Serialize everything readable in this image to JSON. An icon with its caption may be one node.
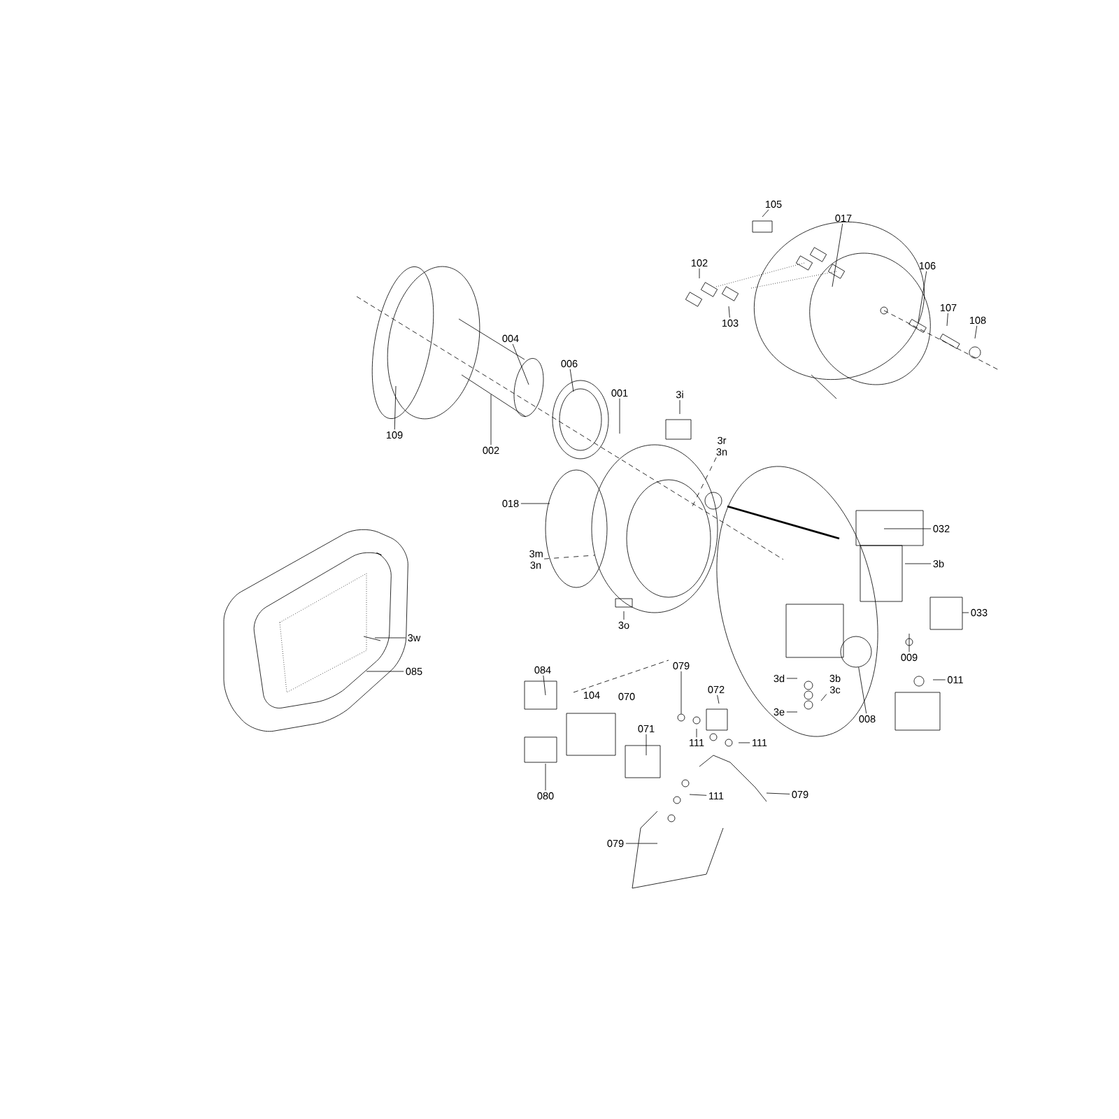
{
  "diagram": {
    "nodes": [
      {
        "text": [
          "105"
        ]
      },
      {
        "text": [
          "017"
        ]
      },
      {
        "text": [
          "102"
        ]
      },
      {
        "text": [
          "106"
        ]
      },
      {
        "text": [
          "103"
        ]
      },
      {
        "text": [
          "107"
        ]
      },
      {
        "text": [
          "108"
        ]
      },
      {
        "text": [
          "004"
        ]
      },
      {
        "text": [
          "006"
        ]
      },
      {
        "text": [
          "001"
        ]
      },
      {
        "text": [
          "3i"
        ]
      },
      {
        "text": [
          "109"
        ]
      },
      {
        "text": [
          "3r 3n"
        ]
      },
      {
        "text": [
          "002"
        ]
      },
      {
        "text": [
          "018"
        ]
      },
      {
        "text": [
          "032"
        ]
      },
      {
        "text": [
          "3m 3n"
        ]
      },
      {
        "text": [
          "3b"
        ]
      },
      {
        "text": [
          "033"
        ]
      },
      {
        "text": [
          "3o"
        ]
      },
      {
        "text": [
          "3w"
        ]
      },
      {
        "text": [
          "009"
        ]
      },
      {
        "text": [
          "079"
        ]
      },
      {
        "text": [
          "084"
        ]
      },
      {
        "text": [
          "085"
        ]
      },
      {
        "text": [
          "011"
        ]
      },
      {
        "text": [
          "3d"
        ]
      },
      {
        "text": [
          "3b 3c"
        ]
      },
      {
        "text": [
          "072"
        ]
      },
      {
        "text": [
          "3e"
        ]
      },
      {
        "text": [
          "008"
        ]
      },
      {
        "text": [
          "071"
        ]
      },
      {
        "text": [
          "111"
        ]
      },
      {
        "text": [
          "111"
        ]
      },
      {
        "text": [
          "080"
        ]
      },
      {
        "text": [
          "111"
        ]
      },
      {
        "text": [
          "079"
        ]
      },
      {
        "text": [
          "079"
        ]
      },
      {
        "text": [],
        "shape": "box"
      },
      {
        "text": [],
        "shape": "circle"
      },
      {
        "text": [],
        "shape": "circle"
      }
    ],
    "edges": [
      {
        "from": 0,
        "to": null,
        "arrow": "none"
      },
      {
        "from": 1,
        "to": null,
        "arrow": "none"
      },
      {
        "from": 2,
        "to": null,
        "arrow": "none"
      },
      {
        "from": 3,
        "to": 38,
        "arrow": "none"
      },
      {
        "from": 4,
        "to": null,
        "arrow": "none"
      },
      {
        "from": 5,
        "to": null,
        "arrow": "none"
      },
      {
        "from": 6,
        "to": null,
        "arrow": "none"
      },
      {
        "from": 7,
        "to": null,
        "arrow": "none"
      },
      {
        "from": 8,
        "to": null,
        "arrow": "none"
      },
      {
        "from": 9,
        "to": null,
        "arrow": "none"
      },
      {
        "from": 10,
        "to": null,
        "arrow": "none"
      },
      {
        "from": 11,
        "to": null,
        "arrow": "none"
      },
      {
        "from": 12,
        "to": null,
        "arrow": "none",
        "style": "dashed"
      },
      {
        "from": 13,
        "to": null,
        "arrow": "none"
      },
      {
        "from": 14,
        "to": null,
        "arrow": "none"
      },
      {
        "from": 15,
        "to": null,
        "arrow": "none"
      },
      {
        "from": 16,
        "to": null,
        "arrow": "none",
        "style": "dashed"
      },
      {
        "from": 17,
        "to": null,
        "arrow": "none"
      },
      {
        "from": 18,
        "to": null,
        "arrow": "none"
      },
      {
        "from": 19,
        "to": null,
        "arrow": "none"
      },
      {
        "from": 20,
        "to": null,
        "arrow": "none"
      },
      {
        "from": 21,
        "to": null,
        "arrow": "none"
      },
      {
        "from": 22,
        "to": 39,
        "arrow": "none"
      },
      {
        "from": 23,
        "to": null,
        "arrow": "none"
      },
      {
        "from": 24,
        "to": null,
        "arrow": "none"
      },
      {
        "from": 25,
        "to": null,
        "arrow": "none"
      },
      {
        "from": 26,
        "to": null,
        "arrow": "none"
      },
      {
        "from": 27,
        "to": null,
        "arrow": "none"
      },
      {
        "from": 28,
        "to": null,
        "arrow": "none"
      },
      {
        "from": 29,
        "to": null,
        "arrow": "none"
      },
      {
        "from": 30,
        "to": 40,
        "arrow": "none"
      },
      {
        "from": 31,
        "to": null,
        "arrow": "none"
      },
      {
        "from": 32,
        "to": null,
        "arrow": "none"
      },
      {
        "from": 33,
        "to": null,
        "arrow": "none"
      },
      {
        "from": 34,
        "to": null,
        "arrow": "none"
      },
      {
        "from": 35,
        "to": null,
        "arrow": "none"
      },
      {
        "from": 36,
        "to": null,
        "arrow": "none"
      },
      {
        "from": 37,
        "to": null,
        "arrow": "none"
      }
    ],
    "labels": [
      "104",
      "070"
    ]
  }
}
